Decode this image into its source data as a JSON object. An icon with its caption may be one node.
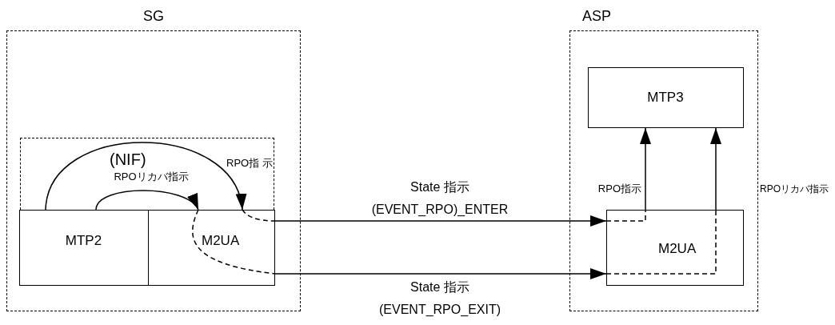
{
  "diagram": {
    "nodes": [
      {
        "text": [
          "SG"
        ]
      },
      {
        "text": [
          "MTP2"
        ],
        "in": 0
      },
      {
        "text": [
          "M2UA"
        ],
        "in": 0
      },
      {
        "text": [
          "ASP"
        ]
      },
      {
        "text": [
          "MTP3"
        ],
        "in": 3
      },
      {
        "text": [
          "M2UA"
        ],
        "in": 3
      }
    ],
    "edges": [
      {
        "from": 1,
        "to": 2,
        "arrow": "to",
        "label": "RPO指 示"
      },
      {
        "from": 1,
        "to": 2,
        "arrow": "to",
        "label": "RPOリカバ指示"
      },
      {
        "from": 2,
        "to": 5,
        "arrow": "to",
        "label": "State 指示 (EVENT_RPO)_ENTER"
      },
      {
        "from": 2,
        "to": 5,
        "arrow": "to",
        "label": "State 指示 (EVENT_RPO_EXIT)"
      },
      {
        "from": 5,
        "to": 4,
        "arrow": "to",
        "label": "RPO指示"
      },
      {
        "from": 5,
        "to": 4,
        "arrow": "to",
        "label": "RPOリカバ指示"
      }
    ],
    "labels": [
      "(NIF)"
    ]
  }
}
